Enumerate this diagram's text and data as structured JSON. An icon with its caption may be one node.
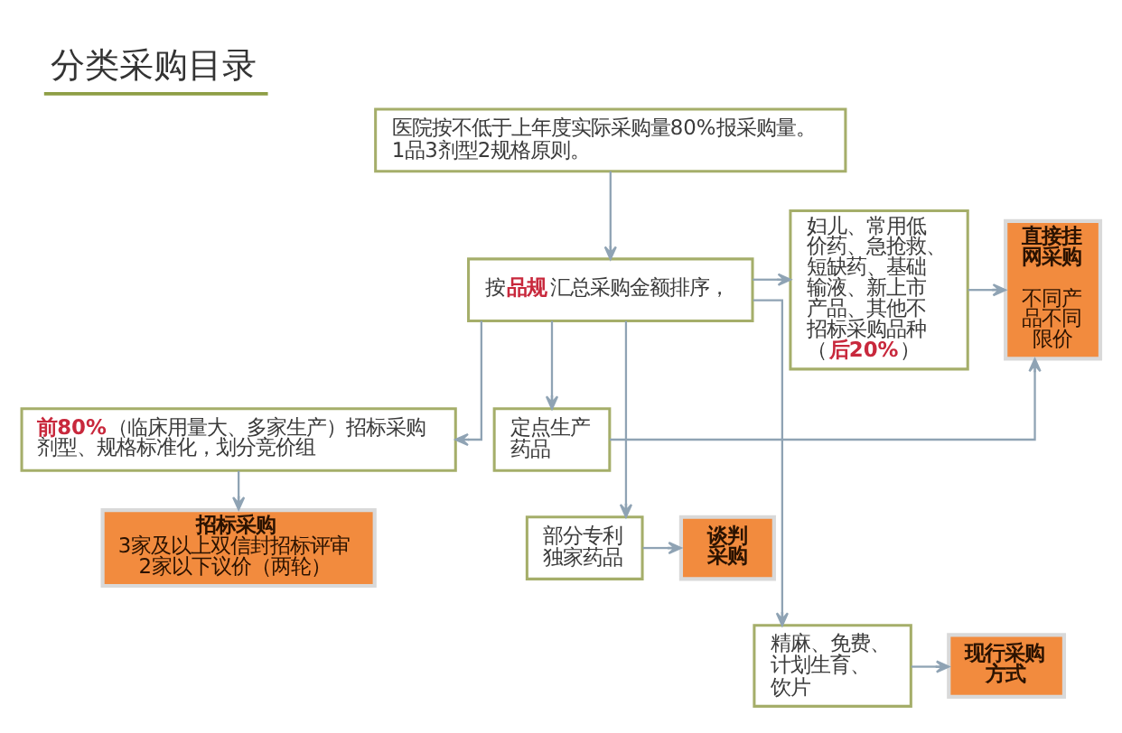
{
  "diagram": {
    "title": "分类采购目录",
    "nodes": [
      {
        "text": [
          "医院按不低于上年度实际采购量80%报采购量。1品3剂型2规格原则。"
        ]
      },
      {
        "text": [
          "按**品规**汇总采购金额排序，"
        ]
      },
      {
        "text": [
          "**前80%**（临床用量大、多家生产）招标采购剂型、规格标准化，划分竞价组"
        ]
      },
      {
        "text": [
          "招标采购",
          "3家及以上双信封招标评审",
          "2家以下议价（两轮）"
        ]
      },
      {
        "text": [
          "妇儿、常用低价药、急抢救、短缺药、基础输液、新上市产品、其他不招标采购品种",
          "（**后20%**）"
        ]
      },
      {
        "text": [
          "直接挂网采购",
          "不同产品不同限价"
        ]
      },
      {
        "text": [
          "定点生产药品"
        ]
      },
      {
        "text": [
          "部分专利独家药品"
        ]
      },
      {
        "text": [
          "谈判采购"
        ]
      },
      {
        "text": [
          "精麻、免费、计划生育、饮片"
        ]
      },
      {
        "text": [
          "现行采购方式"
        ]
      }
    ],
    "edges": [
      {
        "from": 0,
        "to": 1,
        "arrow": "to"
      },
      {
        "from": 1,
        "to": 2,
        "arrow": "to"
      },
      {
        "from": 2,
        "to": 3,
        "arrow": "to"
      },
      {
        "from": 1,
        "to": 4,
        "arrow": "to"
      },
      {
        "from": 1,
        "to": 6,
        "arrow": "to"
      },
      {
        "from": 1,
        "to": 7,
        "arrow": "to"
      },
      {
        "from": 1,
        "to": 9,
        "arrow": "to"
      },
      {
        "from": 4,
        "to": 5,
        "arrow": "to"
      },
      {
        "from": 6,
        "to": 5,
        "arrow": "to"
      },
      {
        "from": 7,
        "to": 8,
        "arrow": "to"
      },
      {
        "from": 9,
        "to": 10,
        "arrow": "to"
      }
    ]
  }
}
